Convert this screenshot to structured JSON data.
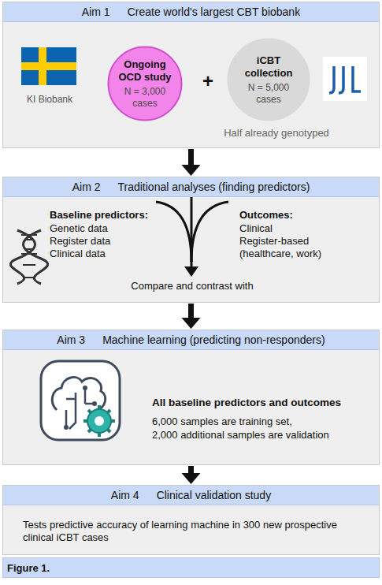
{
  "diagram": {
    "caption": "Figure 1.",
    "nodes": [
      {
        "text": [
          "Aim 1",
          "Create world's largest CBT biobank",
          "KI Biobank",
          "+",
          "Half already genotyped"
        ]
      },
      {
        "text": [
          "Ongoing OCD study",
          "N = 3,000 cases"
        ],
        "in": 0
      },
      {
        "text": [
          "iCBT collection",
          "N = 5,000 cases"
        ],
        "in": 0
      },
      {
        "text": [
          "Aim 2",
          "Traditional analyses (finding predictors)",
          "Baseline predictors:",
          "Genetic data",
          "Register data",
          "Clinical data",
          "Outcomes:",
          "Clinical",
          "Register-based (healthcare, work)",
          "Compare and contrast with"
        ]
      },
      {
        "text": [
          "Aim 3",
          "Machine learning (predicting non-responders)",
          "All baseline predictors and outcomes",
          "6,000 samples are training set,",
          "2,000 additional samples are validation"
        ]
      },
      {
        "text": [
          "Aim 4",
          "Clinical validation study",
          "Tests predictive accuracy of learning machine in 300 new prospective clinical iCBT cases"
        ]
      }
    ],
    "edges": [
      {
        "from": 0,
        "to": 3,
        "arrow": "to"
      },
      {
        "from": 3,
        "to": 4,
        "arrow": "to"
      },
      {
        "from": 4,
        "to": 5,
        "arrow": "to"
      }
    ]
  }
}
